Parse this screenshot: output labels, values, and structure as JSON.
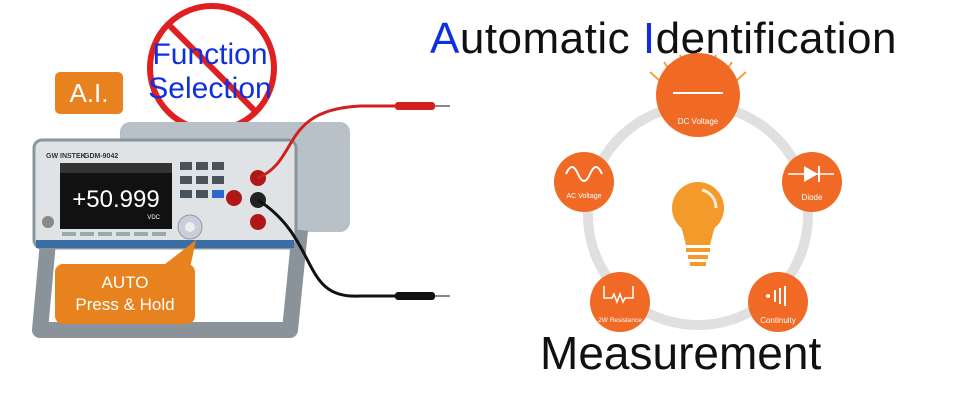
{
  "title": {
    "first_letter": "A",
    "part1": "utomatic ",
    "second_letter": "I",
    "part2": "dentification"
  },
  "bottom_title": "Measurement",
  "ai_badge": "A.I.",
  "function_selection": {
    "line1": "Function",
    "line2": "Selection"
  },
  "auto_callout": {
    "line1": "AUTO",
    "line2": "Press & Hold"
  },
  "device": {
    "brand": "GW INSTEK",
    "model": "GDM-9042",
    "reading": "+50.999",
    "unit": "VDC"
  },
  "modes": [
    {
      "label": "DC Voltage",
      "icon": "dc-line-icon"
    },
    {
      "label": "AC Voltage",
      "icon": "sine-wave-icon"
    },
    {
      "label": "Diode",
      "icon": "diode-icon"
    },
    {
      "label": "2W Resistance",
      "icon": "resistor-icon"
    },
    {
      "label": "Continuity",
      "icon": "continuity-icon"
    }
  ],
  "colors": {
    "orange": "#f06a25",
    "blue": "#1030e0",
    "ring": "#e0e0e0"
  }
}
